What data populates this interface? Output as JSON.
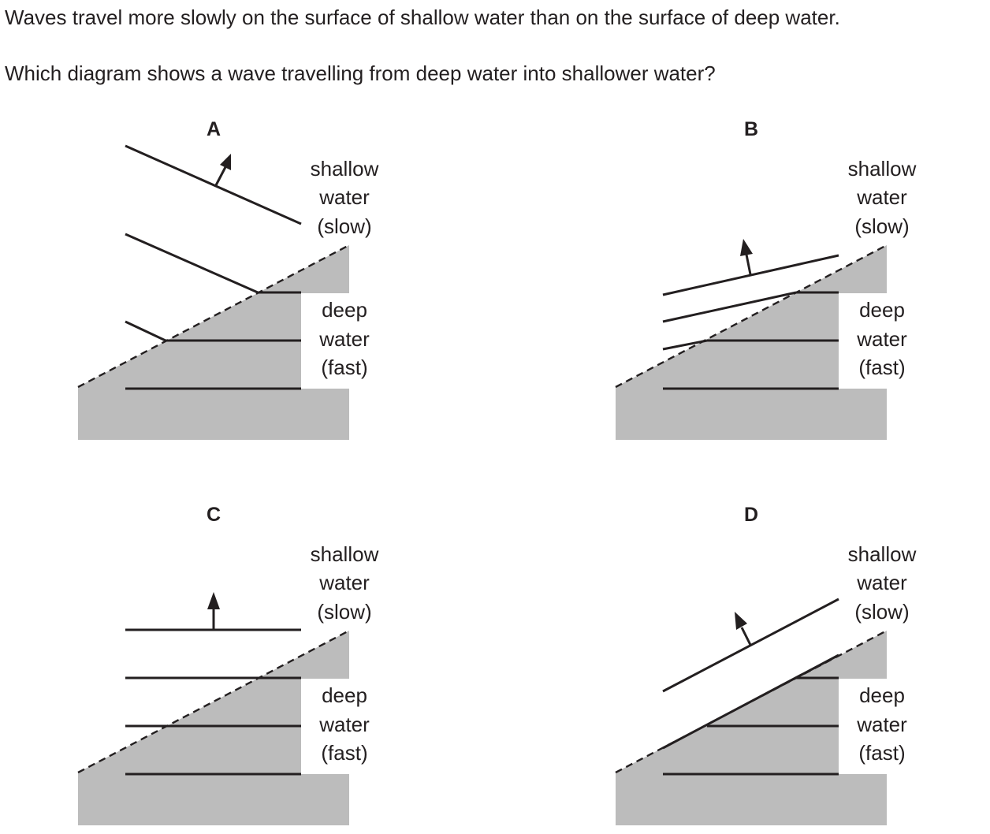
{
  "question": {
    "line1": "Waves travel more slowly on the surface of shallow water than on the surface of deep water.",
    "line2": "Which diagram shows a wave travelling from deep water into shallower water?"
  },
  "labels": {
    "shallow": [
      "shallow",
      "water",
      "(slow)"
    ],
    "deep": [
      "deep",
      "water",
      "(fast)"
    ]
  },
  "options": [
    {
      "letter": "A"
    },
    {
      "letter": "B"
    },
    {
      "letter": "C"
    },
    {
      "letter": "D"
    }
  ],
  "colors": {
    "ground": "#bcbcbc",
    "ink": "#231f20"
  }
}
